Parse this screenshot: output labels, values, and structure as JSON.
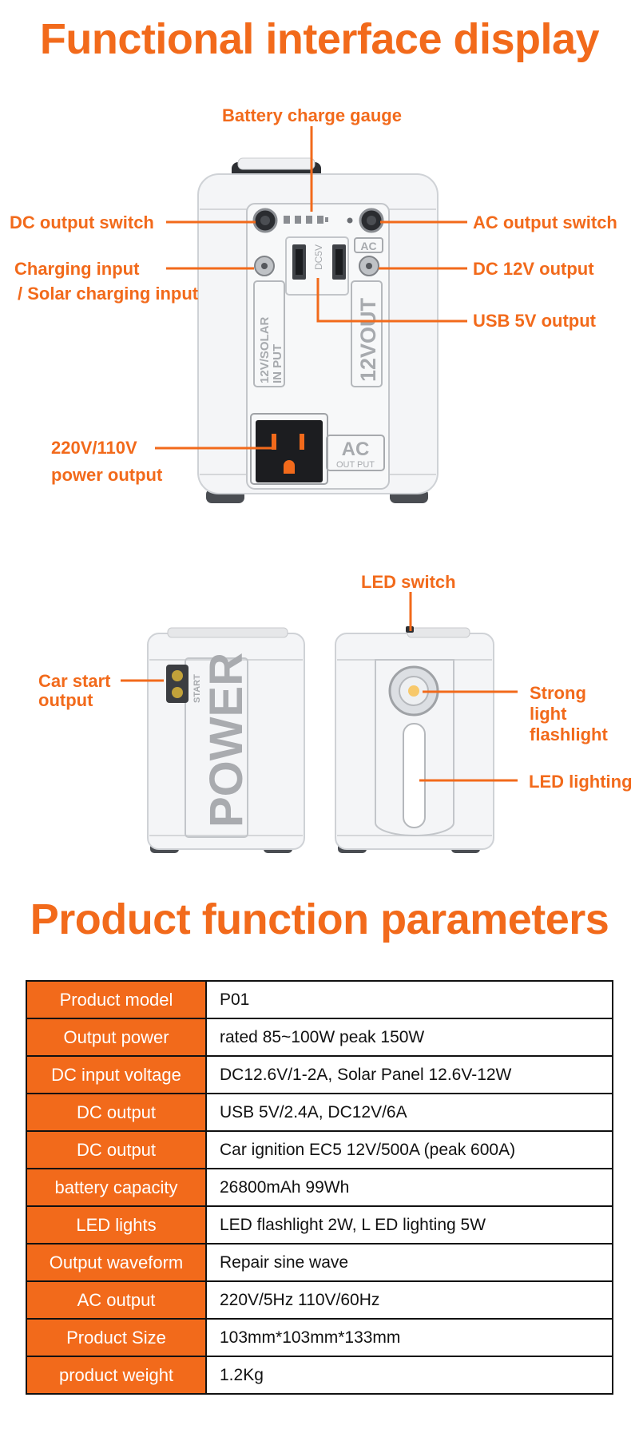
{
  "section1_title": "Functional interface display",
  "section2_title": "Product function parameters",
  "callouts": {
    "battery_gauge": "Battery charge gauge",
    "dc_output_switch": "DC output switch",
    "ac_output_switch": "AC output switch",
    "charging_input_1": "Charging input",
    "charging_input_2": "/ Solar charging input",
    "dc12v_output": "DC 12V output",
    "usb5v_output": "USB 5V output",
    "power_output_1": "220V/110V",
    "power_output_2": "power output",
    "led_switch": "LED switch",
    "car_start_1": "Car start",
    "car_start_2": "output",
    "flashlight_1": "Strong",
    "flashlight_2": "light",
    "flashlight_3": "flashlight",
    "led_lighting": "LED lighting"
  },
  "device_labels": {
    "input_label_1": "12V/SOLAR",
    "input_label_2": "IN PUT",
    "vout_label": "12VOUT",
    "dc5v_label": "DC5V",
    "ac_small_label": "AC",
    "ac_big_label": "AC",
    "ac_output_label": "OUT PUT",
    "power_text": "POWER",
    "start_text": "START"
  },
  "colors": {
    "accent": "#f26a1b",
    "border": "#111111",
    "device_body": "#f4f5f7"
  },
  "params": [
    {
      "label": "Product model",
      "value": "P01"
    },
    {
      "label": "Output power",
      "value": "rated 85~100W peak 150W"
    },
    {
      "label": "DC input voltage",
      "value": "DC12.6V/1-2A, Solar Panel 12.6V-12W"
    },
    {
      "label": "DC output",
      "value": "USB 5V/2.4A, DC12V/6A"
    },
    {
      "label": "DC output",
      "value": "Car ignition EC5 12V/500A (peak 600A)"
    },
    {
      "label": "battery capacity",
      "value": "26800mAh 99Wh"
    },
    {
      "label": "LED lights",
      "value": "LED flashlight 2W, L ED lighting 5W"
    },
    {
      "label": "Output waveform",
      "value": "Repair sine wave"
    },
    {
      "label": "AC output",
      "value": "220V/5Hz  110V/60Hz"
    },
    {
      "label": "Product Size",
      "value": "103mm*103mm*133mm"
    },
    {
      "label": "product weight",
      "value": "1.2Kg"
    }
  ]
}
